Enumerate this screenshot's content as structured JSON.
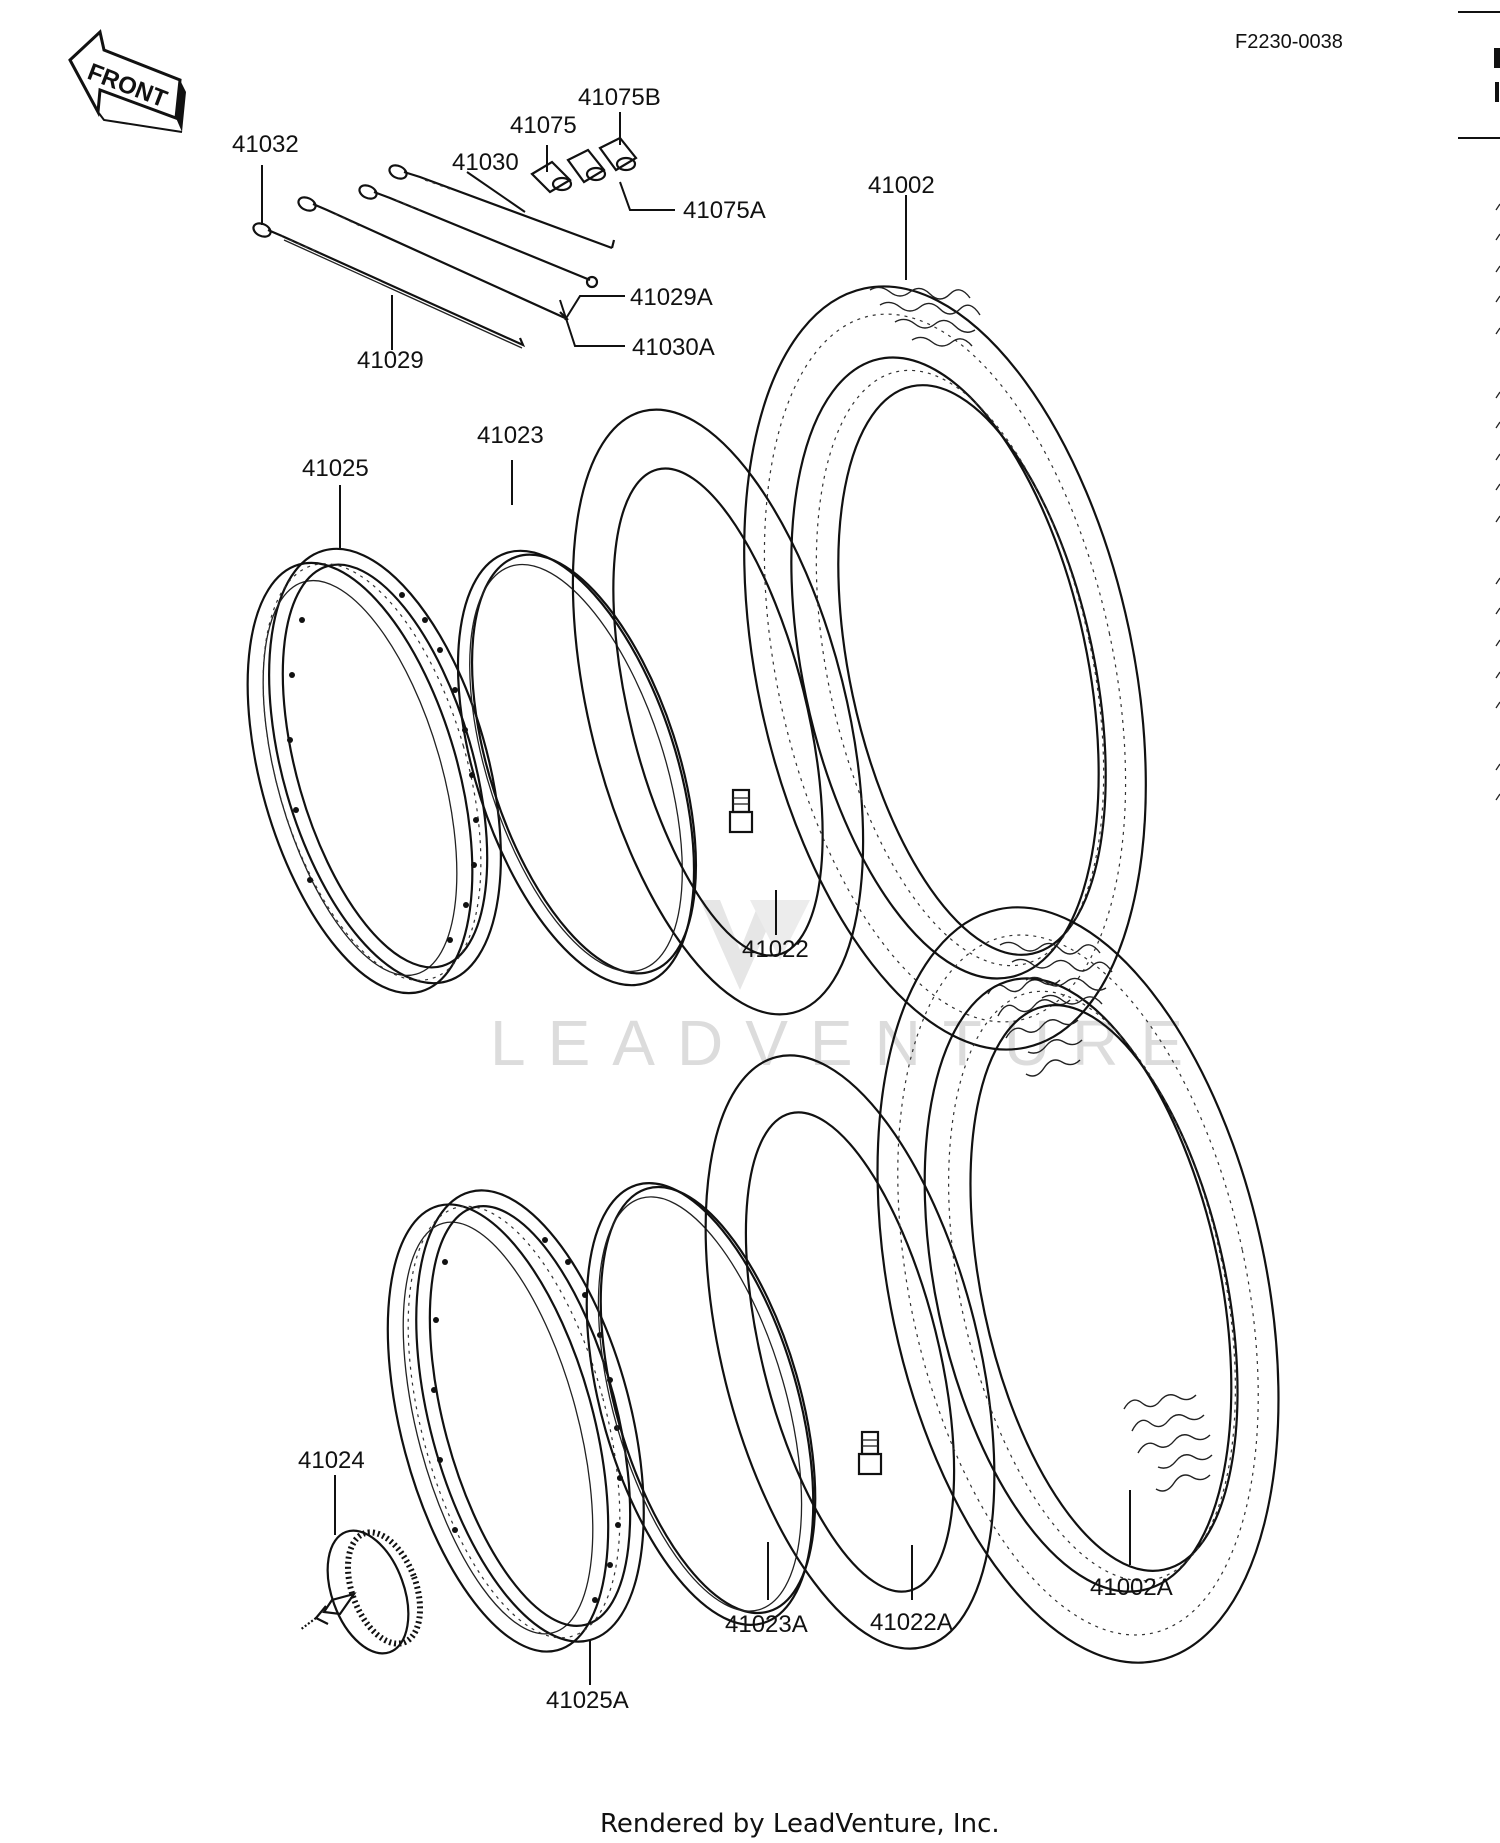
{
  "diagram_id": "F2230-0038",
  "front_label": "FRONT",
  "watermark": "LEADVENTURE",
  "footer": "Rendered by LeadVenture, Inc.",
  "parts": {
    "p41032": "41032",
    "p41030": "41030",
    "p41075": "41075",
    "p41075B": "41075B",
    "p41075A": "41075A",
    "p41029A": "41029A",
    "p41030A": "41030A",
    "p41029": "41029",
    "p41002": "41002",
    "p41025": "41025",
    "p41023": "41023",
    "p41022": "41022",
    "p41024": "41024",
    "p41023A": "41023A",
    "p41022A": "41022A",
    "p41002A": "41002A",
    "p41025A": "41025A"
  }
}
